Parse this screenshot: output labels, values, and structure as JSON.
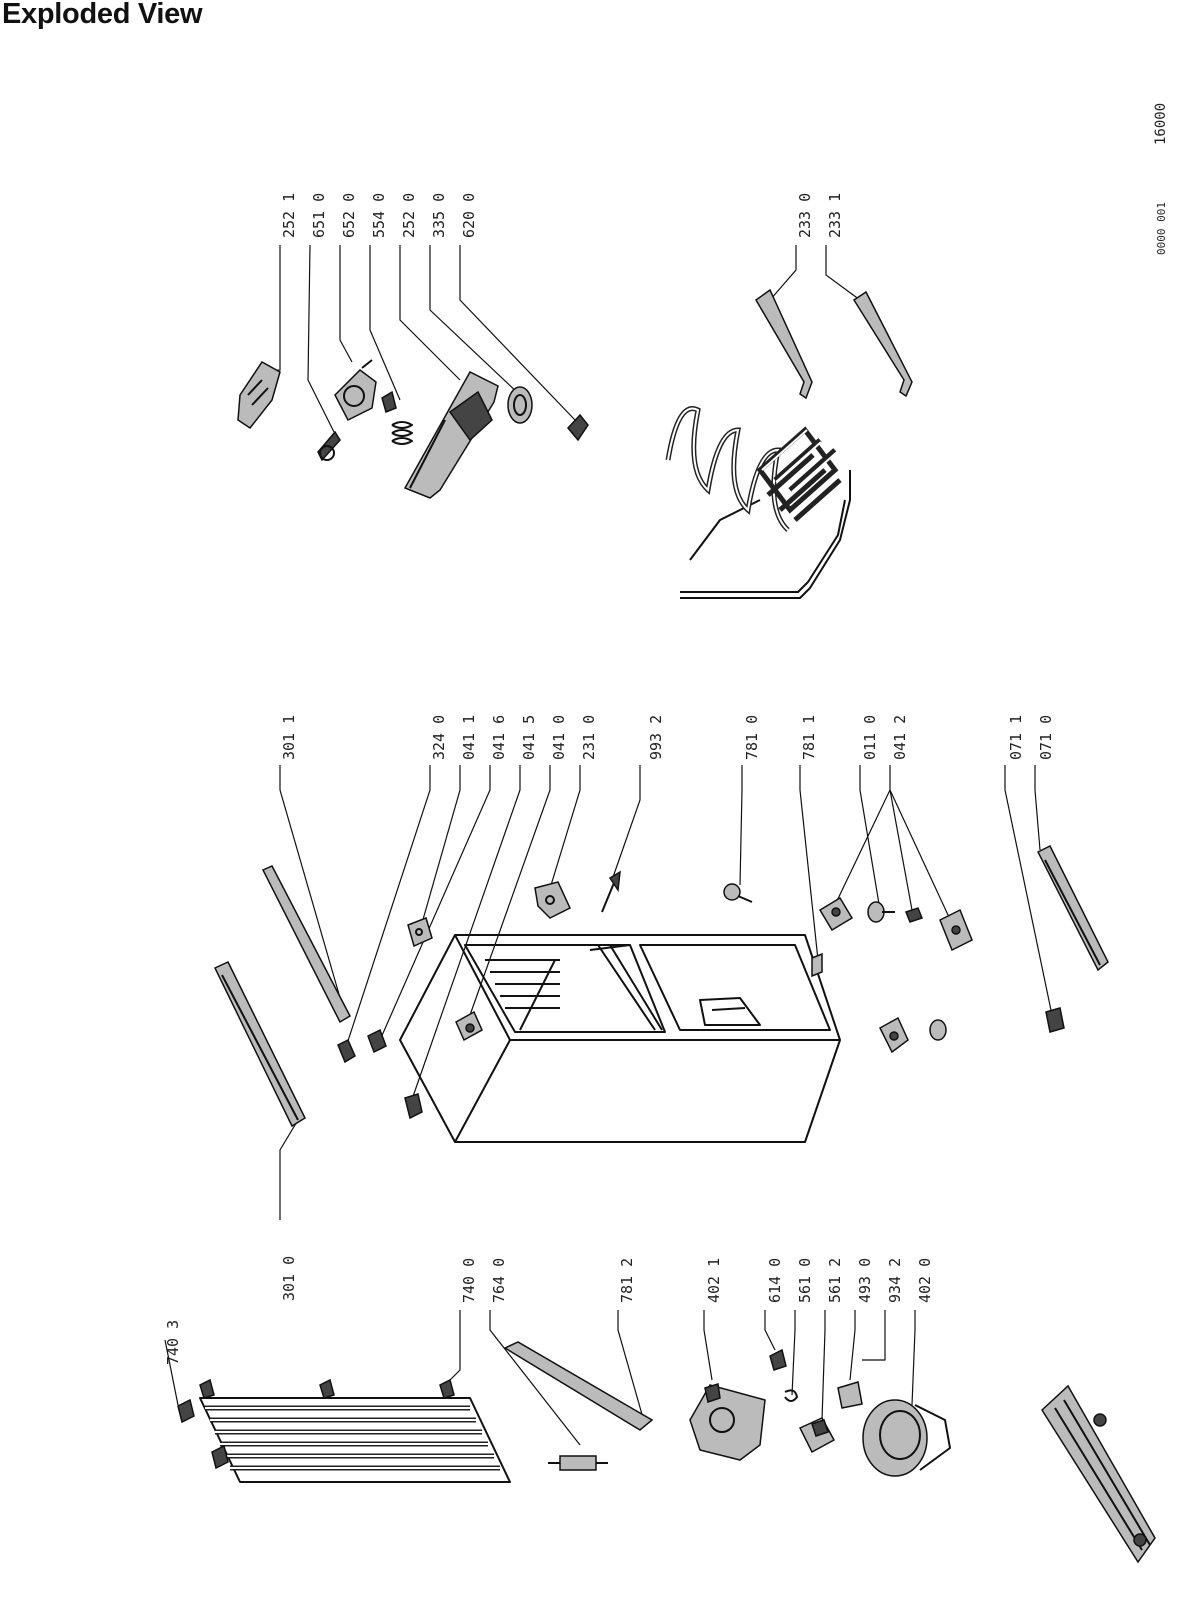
{
  "header": {
    "title": "Exploded View"
  },
  "doc_code": {
    "main": "16000",
    "sub": "0000 001"
  },
  "callouts": [
    {
      "id": "c-252-1",
      "text": "252 1"
    },
    {
      "id": "c-651-0",
      "text": "651 0"
    },
    {
      "id": "c-652-0",
      "text": "652 0"
    },
    {
      "id": "c-554-0",
      "text": "554 0"
    },
    {
      "id": "c-252-0",
      "text": "252 0"
    },
    {
      "id": "c-335-0",
      "text": "335 0"
    },
    {
      "id": "c-620-0",
      "text": "620 0"
    },
    {
      "id": "c-233-0",
      "text": "233 0"
    },
    {
      "id": "c-233-1",
      "text": "233 1"
    },
    {
      "id": "c-301-1",
      "text": "301 1"
    },
    {
      "id": "c-324-0",
      "text": "324 0"
    },
    {
      "id": "c-041-1",
      "text": "041 1"
    },
    {
      "id": "c-041-6",
      "text": "041 6"
    },
    {
      "id": "c-041-5",
      "text": "041 5"
    },
    {
      "id": "c-041-0",
      "text": "041 0"
    },
    {
      "id": "c-231-0",
      "text": "231 0"
    },
    {
      "id": "c-993-2",
      "text": "993 2"
    },
    {
      "id": "c-781-0",
      "text": "781 0"
    },
    {
      "id": "c-781-1",
      "text": "781 1"
    },
    {
      "id": "c-011-0",
      "text": "011 0"
    },
    {
      "id": "c-041-2",
      "text": "041 2"
    },
    {
      "id": "c-071-1",
      "text": "071 1"
    },
    {
      "id": "c-071-0",
      "text": "071 0"
    },
    {
      "id": "c-301-0",
      "text": "301 0"
    },
    {
      "id": "c-740-0",
      "text": "740 0"
    },
    {
      "id": "c-764-0",
      "text": "764 0"
    },
    {
      "id": "c-781-2",
      "text": "781 2"
    },
    {
      "id": "c-402-1",
      "text": "402 1"
    },
    {
      "id": "c-614-0",
      "text": "614 0"
    },
    {
      "id": "c-561-0",
      "text": "561 0"
    },
    {
      "id": "c-561-2",
      "text": "561 2"
    },
    {
      "id": "c-493-0",
      "text": "493 0"
    },
    {
      "id": "c-934-2",
      "text": "934 2"
    },
    {
      "id": "c-402-0",
      "text": "402 0"
    },
    {
      "id": "c-740-3",
      "text": "740 3"
    }
  ]
}
